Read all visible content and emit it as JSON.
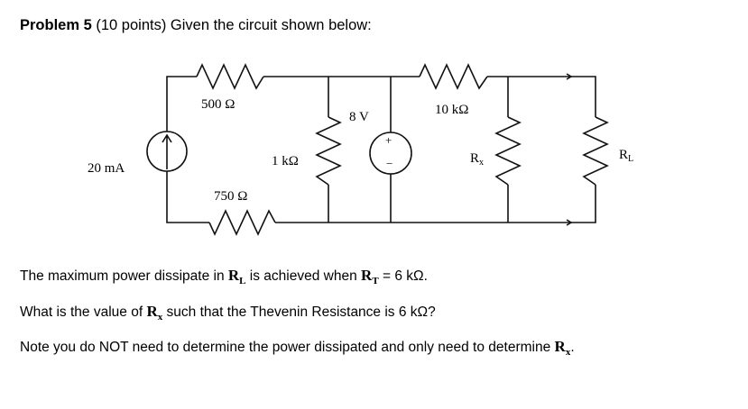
{
  "header": {
    "problem_label": "Problem 5",
    "rest": " (10 points) Given the circuit shown below:"
  },
  "circuit": {
    "current_source": "20 mA",
    "r_top_left": "500 Ω",
    "r_bottom_left": "750 Ω",
    "r_mid": "1 kΩ",
    "voltage_source": "8 V",
    "plus": "+",
    "minus": "−",
    "r_top_right": "10 kΩ",
    "rx": "R",
    "rx_sub": "x",
    "rl": "R",
    "rl_sub": "L"
  },
  "lines": [
    {
      "a": "The maximum power dissipate in ",
      "b": "R",
      "b_sub": "L",
      "c": " is achieved when ",
      "d": "R",
      "d_sub": "T",
      "e": " = 6 kΩ."
    },
    {
      "a": "What is the value of ",
      "b": "R",
      "b_sub": "x",
      "c": " such that the Thevenin Resistance is 6 kΩ?"
    },
    {
      "a": "Note you do NOT need to determine the power dissipated and only need to determine ",
      "b": "R",
      "b_sub": "x",
      "c": "."
    }
  ]
}
